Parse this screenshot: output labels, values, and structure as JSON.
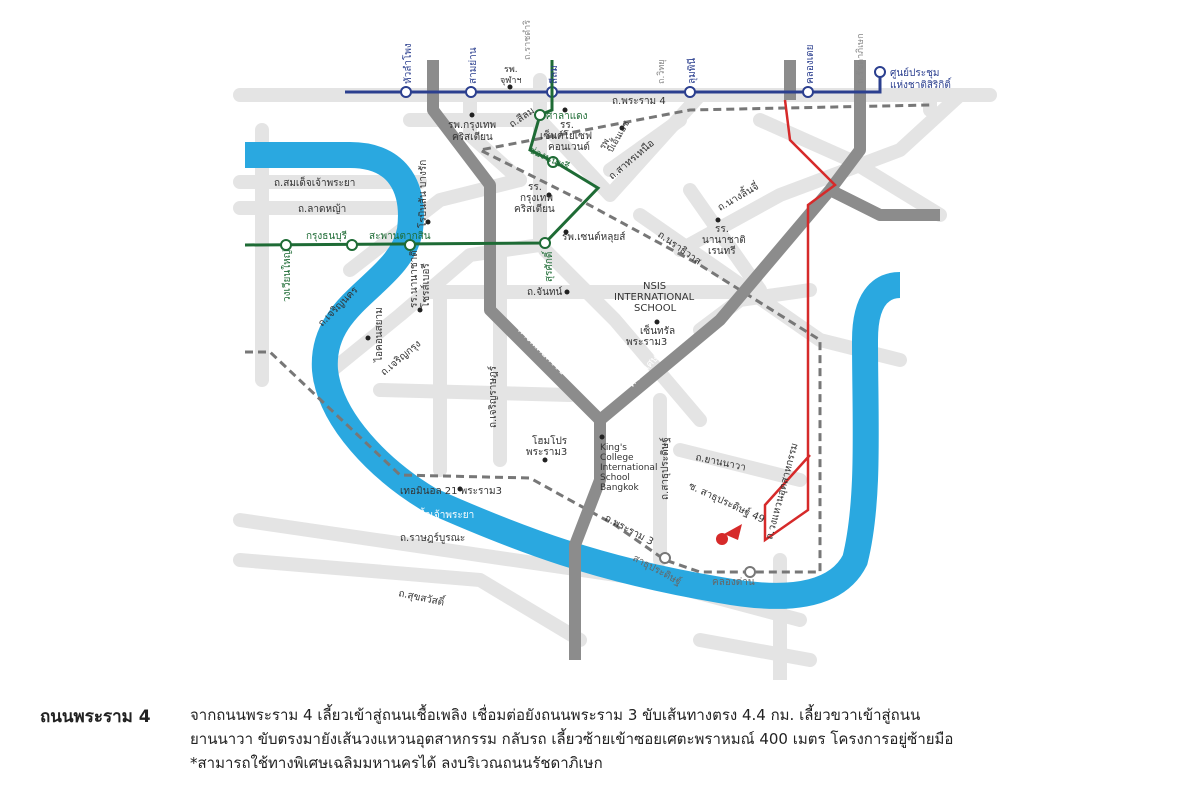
{
  "colors": {
    "river": "#2aa8e0",
    "road": "#e4e4e4",
    "expressway": "#8c8c8c",
    "bts_silom": "#1e6b35",
    "mrt_blue": "#2b3f8f",
    "route": "#d62a2a",
    "rail": "#777777"
  },
  "map": {
    "river": "แม่น้ำเจ้าพระยา",
    "stations": {
      "hua_lamphong": "หัวลำโพง",
      "sam_yan": "สามย่าน",
      "silom": "สีลม",
      "lumphini": "ลุมพินี",
      "khlong_toei": "คลองเตย",
      "qsncc": "ศูนย์ประชุม",
      "qsncc2": "แห่งชาติสิริกิติ์",
      "sala_daeng": "ศาลาแดง",
      "chong_nonsi": "ช่องนนทรี",
      "surasak": "สุรศักดิ์",
      "saphan_taksin": "สะพานตากสิน",
      "krung_thonburi": "กรุงธนบุรี",
      "wongwian_yai": "วงเวียนใหญ่",
      "sathu_pradit": "สาธุประดิษฐ์",
      "khlong_dan": "คลองด่าน"
    },
    "roads": {
      "rama4": "ถ.พระราม 4",
      "rama3": "ถ.พระราม 3",
      "silom_rd": "ถ.สีลม",
      "sathorn": "ถ.สาทรเหนือ",
      "ratchadamri": "ถ.ราชดำริ",
      "witthayu": "ถ.วิทยุ",
      "ratchadaphisek": "ถ.รัชดาภิเษก",
      "somdet": "ถ.สมเด็จเจ้าพระยา",
      "lat_ya": "ถ.ลาดหญ้า",
      "charoen_nakhon": "ถ.เจริญนคร",
      "charoen_krung": "ถ.เจริญกรุง",
      "chan": "ถ.จันทน์",
      "narathiwat": "ถ.นราธิวาส",
      "nang_linchi": "ถ.นางลิ้นจี่",
      "charoen_rat": "ถ.เจริญราษฎร์",
      "sathu_pradit_rd": "ถ.สาธุประดิษฐ์",
      "yan_nawa": "ถ.ยานนาวา",
      "soi49": "ซ. สาธุประดิษฐ์ 49",
      "industrial_ring": "ถ.วงแหวนอุตสาหกรรม",
      "rat_burana": "ถ.ราษฎร์บูรณะ",
      "suksawat": "ถ.สุขสวัสดิ์",
      "expressway1": "ทางพิเศษศรีรัช",
      "expressway2": "ทางพิเศษเฉลิมมหานคร"
    },
    "places": {
      "chula_1": "รพ.",
      "chula_2": "จุฬาฯ",
      "bnh_1": "รพ.กรุงเทพ",
      "bnh_2": "คริสเตียน",
      "st_joseph_1": "รร.",
      "st_joseph_2": "เซ็นต์โยเซฟ",
      "st_joseph_3": "คอนเวนต์",
      "bnh_hosp_1": "รพ.",
      "bnh_hosp_2": "บีเอ็นเอช",
      "bcc_1": "รร.",
      "bcc_2": "กรุงเทพ",
      "bcc_3": "คริสเตียน",
      "st_louis": "รพ.เซนต์หลุยส์",
      "robinson_1": "โรบินสัน บางรัก",
      "nang_linchi_school_1": "รร.",
      "nang_linchi_school_2": "นานาชาติ",
      "nang_linchi_school_3": "เรนทรี",
      "nsis_1": "NSIS",
      "nsis_2": "INTERNATIONAL",
      "nsis_3": "SCHOOL",
      "icon_siam": "ไอคอนสยาม",
      "intl_school_1": "รร.นานาชาติ",
      "intl_school_2": "โชรส์เบอรี",
      "central_1": "เซ็นทรัล",
      "central_2": "พระราม3",
      "homepro_1": "โฮมโปร",
      "homepro_2": "พระราม3",
      "kings_1": "King's",
      "kings_2": "College",
      "kings_3": "International",
      "kings_4": "School",
      "kings_5": "Bangkok",
      "terminal21": "เทอมินอล 21 พระราม3"
    }
  },
  "caption": {
    "title": "ถนนพระราม 4",
    "line1": "จากถนนพระราม 4 เลี้ยวเข้าสู่ถนนเชื้อเพลิง เชื่อมต่อยังถนนพระราม 3 ขับเส้นทางตรง 4.4 กม. เลี้ยวขวาเข้าสู่ถนน",
    "line2": "ยานนาวา ขับตรงมายังเส้นวงแหวนอุตสาหกรรม กลับรถ เลี้ยวซ้ายเข้าซอยเศตะพราหมณ์ 400 เมตร โครงการอยู่ซ้ายมือ",
    "line3": "*สามารถใช้ทางพิเศษเฉลิมมหานครได้ ลงบริเวณถนนรัชดาภิเษก"
  }
}
